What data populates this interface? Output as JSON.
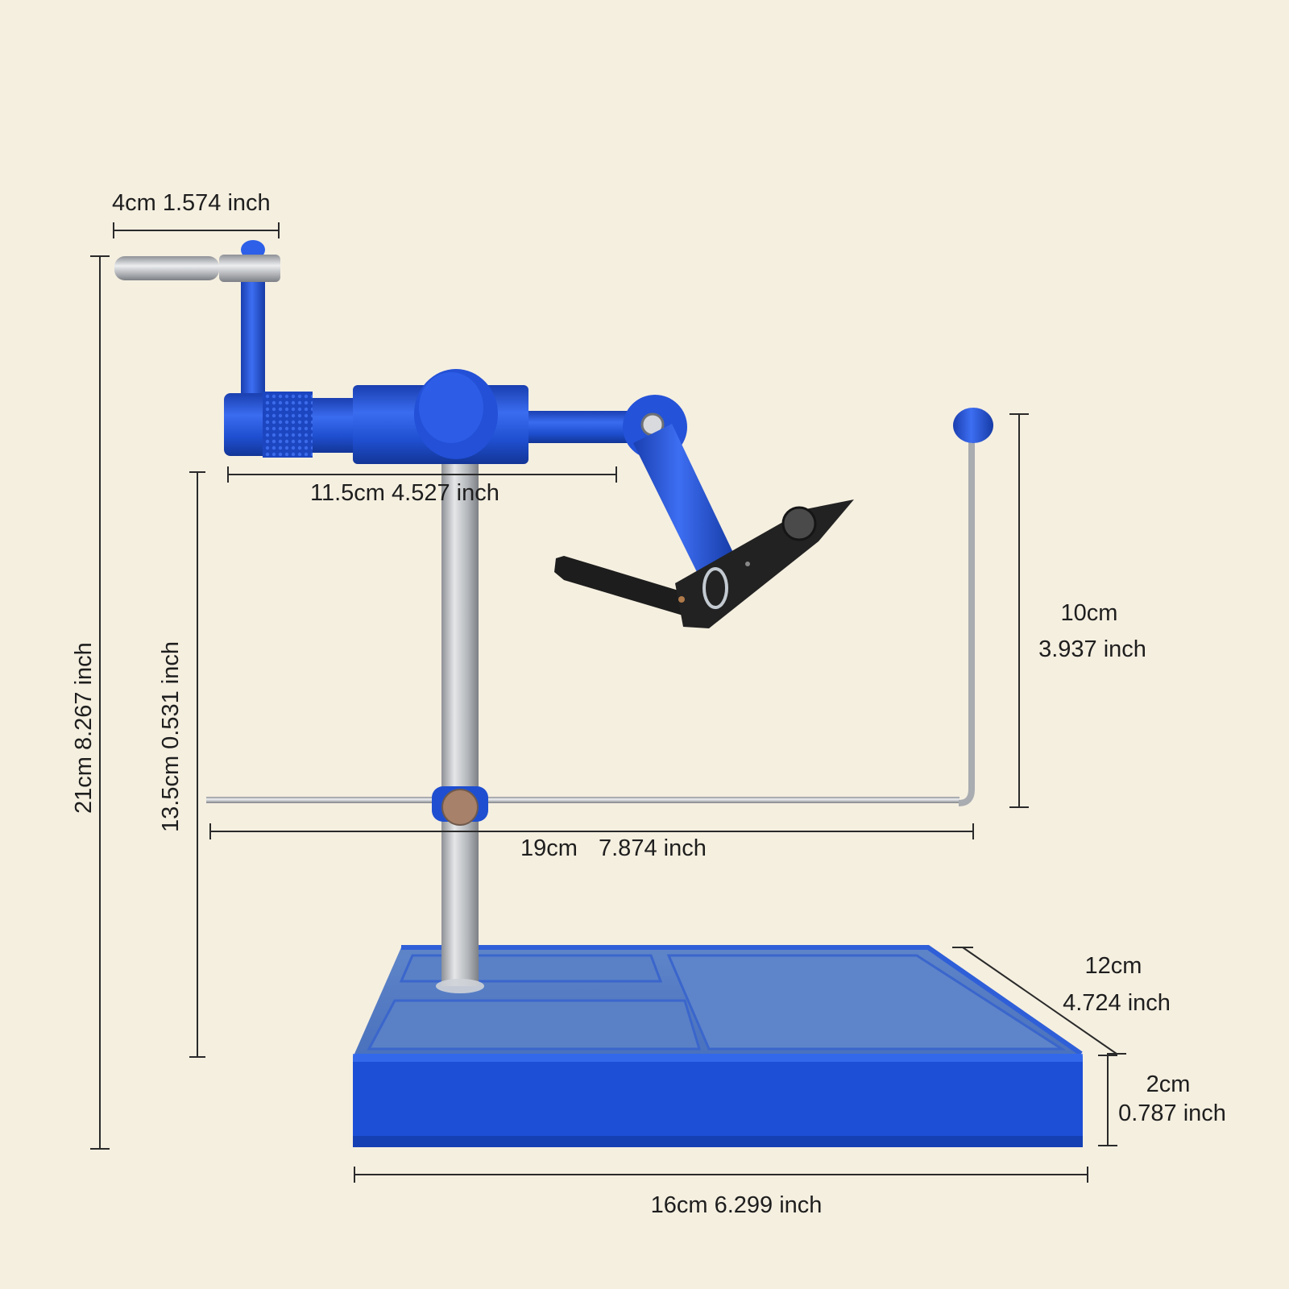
{
  "colors": {
    "background": "#f5efe0",
    "anodized_blue": "#1f4fd0",
    "steel": "#b9bcc0",
    "black_part": "#202020",
    "dimension_line": "#2a2a2a"
  },
  "dimensions": {
    "arm_width": "4cm 1.574 inch",
    "head_length": "11.5cm 4.527 inch",
    "total_height": "21cm 8.267 inch",
    "stem_height": "13.5cm 0.531 inch",
    "rod_height": {
      "cm": "10cm",
      "inch": "3.937 inch"
    },
    "rod_length": {
      "cm": "19cm",
      "inch": "7.874 inch"
    },
    "base_depth": {
      "cm": "12cm",
      "inch": "4.724 inch"
    },
    "base_height": {
      "cm": "2cm",
      "inch": "0.787 inch"
    },
    "base_width": "16cm 6.299 inch"
  }
}
